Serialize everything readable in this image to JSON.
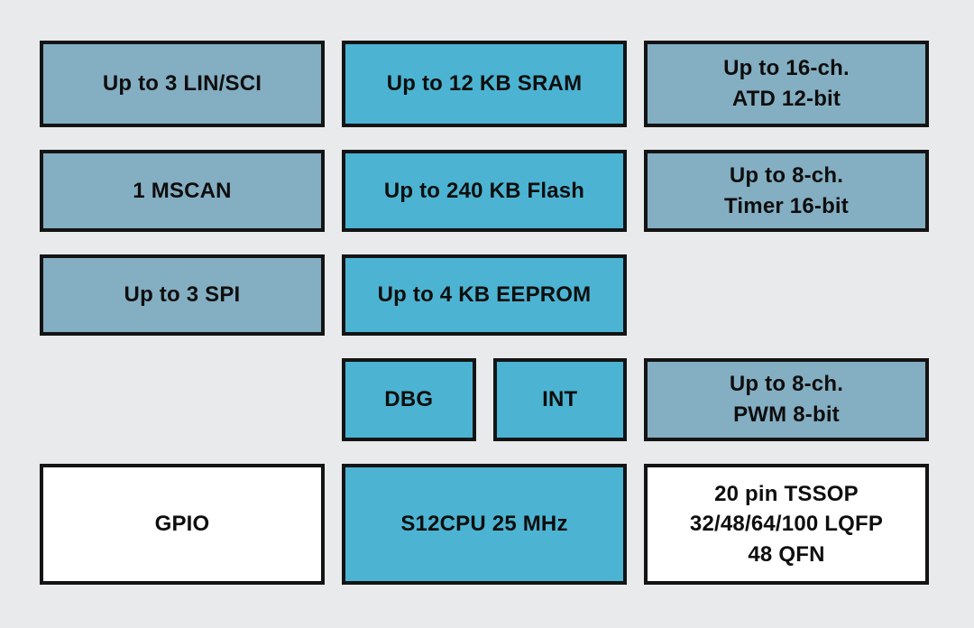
{
  "diagram": {
    "type": "mcu-block-diagram",
    "colors": {
      "background": "#e9eaec",
      "peripheral_box_fill": "#84aec2",
      "core_memory_box_fill": "#4cb4d2",
      "io_package_box_fill": "#ffffff",
      "box_border": "#141414",
      "text": "#0e0e0e"
    },
    "boxes": {
      "lin_sci": "Up to 3 LIN/SCI",
      "mscan": "1 MSCAN",
      "spi": "Up to 3 SPI",
      "gpio": "GPIO",
      "sram": "Up to 12 KB SRAM",
      "flash": "Up to 240 KB Flash",
      "eeprom": "Up to 4 KB EEPROM",
      "dbg": "DBG",
      "int": "INT",
      "cpu": "S12CPU 25 MHz",
      "atd": "Up to 16-ch.\nATD 12-bit",
      "timer": "Up to 8-ch.\nTimer 16-bit",
      "pwm": "Up to 8-ch.\nPWM 8-bit",
      "package": "20 pin TSSOP\n32/48/64/100 LQFP\n48 QFN"
    }
  }
}
